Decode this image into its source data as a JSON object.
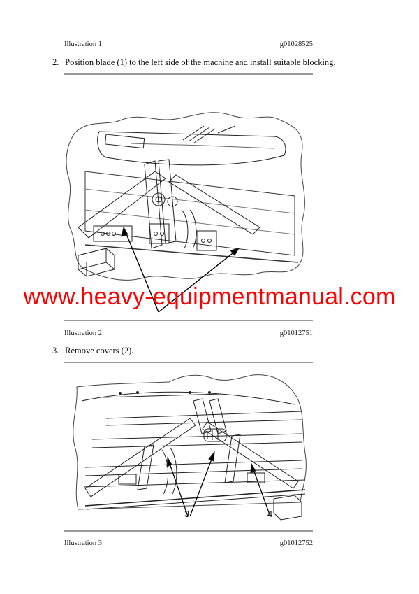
{
  "illustrations": [
    {
      "label": "Illustration 1",
      "code": "g01028525"
    },
    {
      "label": "Illustration 2",
      "code": "g01012751"
    },
    {
      "label": "Illustration 3",
      "code": "g01012752"
    }
  ],
  "steps": [
    {
      "number": "2.",
      "text": "Position blade (1) to the left side of the machine and install suitable blocking."
    },
    {
      "number": "3.",
      "text": "Remove covers (2)."
    }
  ],
  "figure2": {
    "callouts": []
  },
  "figure3": {
    "callouts": [
      {
        "label": "3"
      },
      {
        "label": "4"
      }
    ]
  },
  "watermark": {
    "text": "www.heavy-equipmentmanual.com",
    "color": "#ff0000"
  }
}
